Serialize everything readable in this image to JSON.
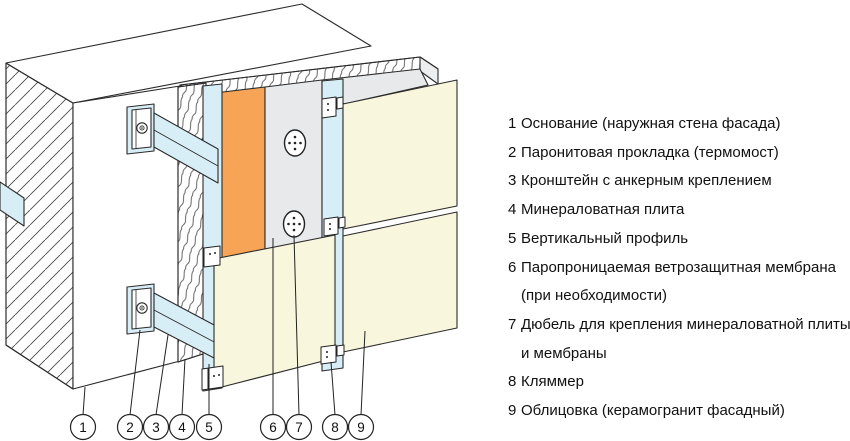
{
  "diagram": {
    "callouts": [
      "1",
      "2",
      "3",
      "4",
      "5",
      "6",
      "7",
      "8",
      "9"
    ],
    "colors": {
      "orange": "#F7A456",
      "light_blue": "#D8EEF6",
      "cream": "#F8F6DC",
      "gray_membrane": "#E7E9EB",
      "end_face_gray": "#EDEEF0",
      "outline": "#2b2b2b"
    }
  },
  "legend": {
    "items": [
      {
        "num": "1",
        "text": "Основание (наружная стена фасада)"
      },
      {
        "num": "2",
        "text": "Паронитовая прокладка (термомост)"
      },
      {
        "num": "3",
        "text": "Кронштейн с анкерным креплением"
      },
      {
        "num": "4",
        "text": "Минераловатная плита"
      },
      {
        "num": "5",
        "text": "Вертикальный профиль"
      },
      {
        "num": "6",
        "text": "Паропроницаемая ветрозащитная мембрана",
        "text2": "(при необходимости)"
      },
      {
        "num": "7",
        "text": "Дюбель для крепления минераловатной плиты",
        "text2": "и мембраны"
      },
      {
        "num": "8",
        "text": "Кляммер"
      },
      {
        "num": "9",
        "text": "Облицовка (керамогранит фасадный)"
      }
    ]
  }
}
